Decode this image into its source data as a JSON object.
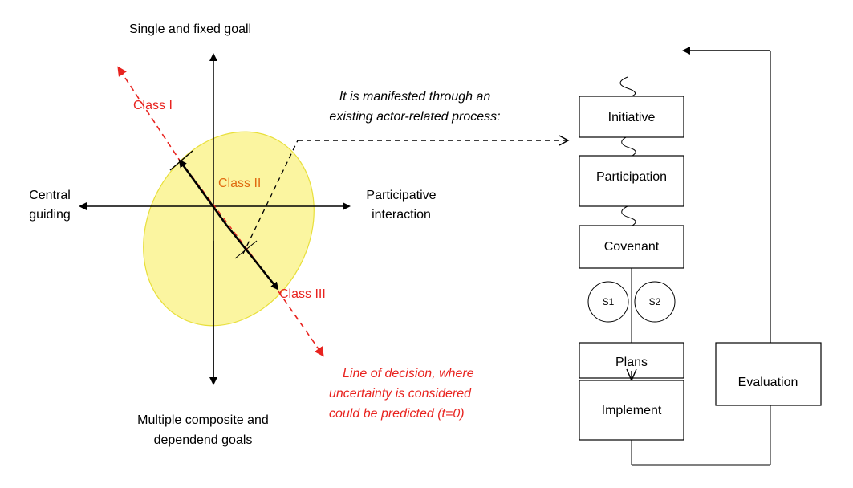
{
  "axes": {
    "top": "Single and fixed goall",
    "left": [
      "Central",
      "guiding"
    ],
    "right": [
      "Participative",
      "interaction"
    ],
    "bottom": [
      "Multiple composite and",
      "dependend  goals"
    ]
  },
  "classes": {
    "class1": "Class I",
    "class2": "Class II",
    "class3": "Class III"
  },
  "process_note": [
    "It is manifested through an",
    "existing actor-related process:"
  ],
  "decision_note": [
    "Line of decision, where",
    "uncertainty is considered",
    "could be predicted (t=0)"
  ],
  "process_steps": {
    "initiative": "Initiative",
    "participation": "Participation",
    "covenant": "Covenant",
    "s1": "S1",
    "s2": "S2",
    "plans": "Plans",
    "implement": "Implement",
    "evaluation": "Evaluation"
  },
  "colors": {
    "ellipse_fill": "#fbf5a0",
    "ellipse_stroke": "#e8df3a",
    "decision_red": "#e8231f",
    "class2_orange": "#e06a10"
  }
}
